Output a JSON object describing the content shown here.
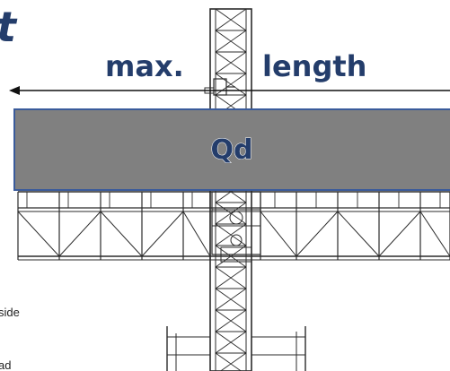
{
  "corner_glyph": "t",
  "max_label": "max.",
  "length_label": "length",
  "deck_label": "Qd",
  "side_note_1": "side",
  "side_note_2": "ad",
  "colors": {
    "deck_fill": "#808080",
    "deck_border": "#3a5b9b",
    "label_text": "#243d6b",
    "frame": "#2b2b2b"
  }
}
